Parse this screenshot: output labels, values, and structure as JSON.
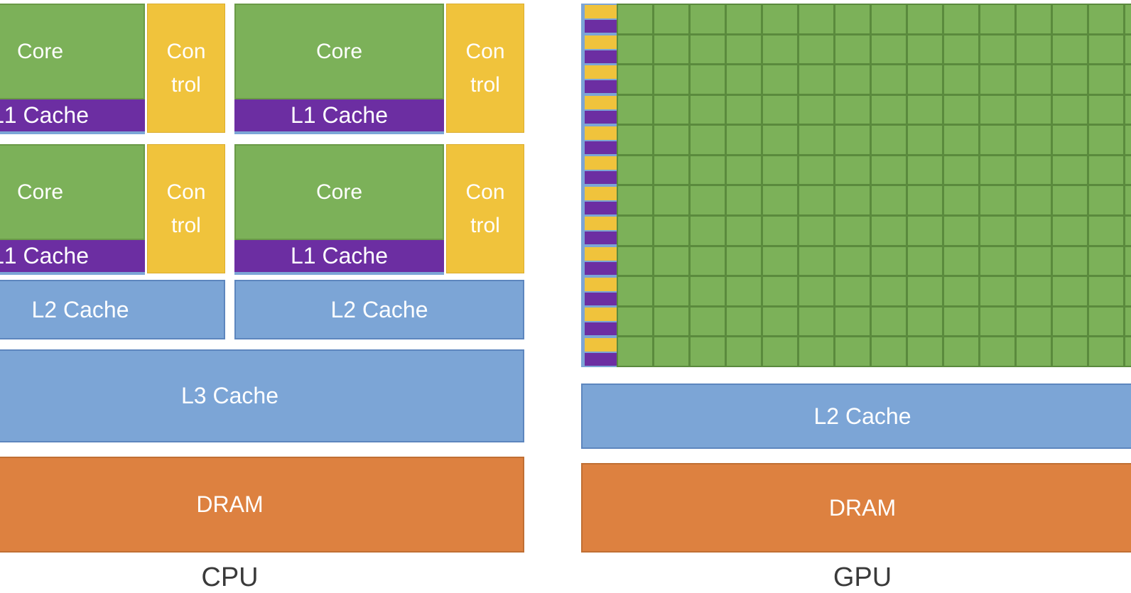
{
  "diagram": {
    "cpu": {
      "label": "CPU",
      "core_label": "Core",
      "control_label_line1": "Con",
      "control_label_line2": "trol",
      "l1_label": "L1 Cache",
      "l2_label": "L2 Cache",
      "l3_label": "L3 Cache",
      "dram_label": "DRAM",
      "core_group_count": 4
    },
    "gpu": {
      "label": "GPU",
      "l2_label": "L2 Cache",
      "dram_label": "DRAM",
      "row_count": 12,
      "visible_column_count": 16
    },
    "colors": {
      "green": "#7CB159",
      "green_line": "#6A9A47",
      "grid_line": "#5A8A3D",
      "yellow": "#F0C33C",
      "yellow_line": "#DCAC2C",
      "purple": "#6C2EA2",
      "blue": "#7CA5D6",
      "blue_line": "#5D86BE",
      "orange": "#DD8140",
      "orange_line": "#C06F33",
      "block_text": "#FFFFFF",
      "label_text": "#3A3A3A"
    }
  }
}
